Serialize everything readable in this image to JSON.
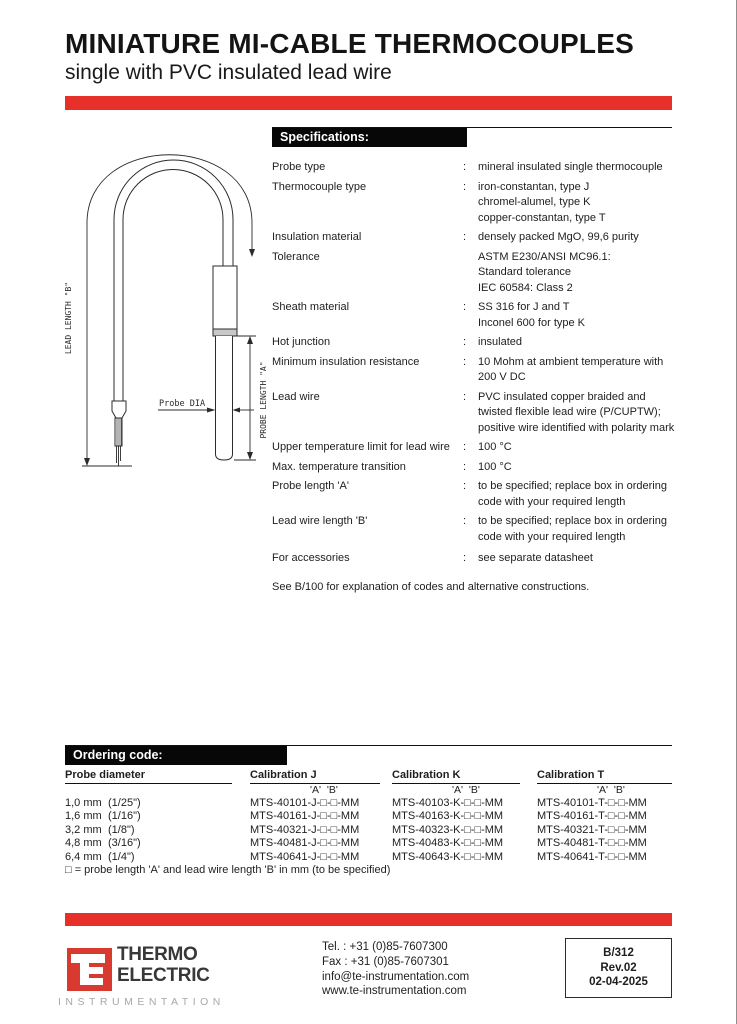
{
  "page": {
    "title": "MINIATURE MI-CABLE THERMOCOUPLES",
    "subtitle": "single with PVC insulated lead wire"
  },
  "colors": {
    "accent_red": "#e8302a",
    "black": "#070707"
  },
  "diagram": {
    "lead_length_label": "LEAD LENGTH \"B\"",
    "probe_length_label": "PROBE LENGTH \"A\"",
    "probe_dia_label": "Probe DIA"
  },
  "specifications": {
    "header": "Specifications:",
    "rows": [
      {
        "label": "Probe type",
        "colon": ":",
        "values": [
          "mineral insulated single thermocouple"
        ]
      },
      {
        "label": "Thermocouple type",
        "colon": ":",
        "values": [
          "iron-constantan, type J",
          "chromel-alumel, type K",
          "copper-constantan, type T"
        ]
      },
      {
        "label": "Insulation material",
        "colon": ":",
        "values": [
          "densely packed MgO, 99,6 purity"
        ]
      },
      {
        "label": "Tolerance",
        "colon": "",
        "values": [
          "ASTM E230/ANSI MC96.1:",
          "Standard tolerance",
          "IEC 60584: Class 2"
        ]
      },
      {
        "label": "Sheath material",
        "colon": ":",
        "values": [
          "SS 316 for J and T",
          "Inconel 600 for type K"
        ]
      },
      {
        "label": "Hot junction",
        "colon": ":",
        "values": [
          "insulated"
        ]
      },
      {
        "label": "Minimum insulation resistance",
        "colon": ":",
        "values": [
          "10 Mohm at ambient temperature with",
          "200 V DC"
        ]
      },
      {
        "label": "Lead wire",
        "colon": ":",
        "values": [
          "PVC insulated copper braided and",
          "twisted flexible lead wire (P/CUPTW);",
          "positive wire identified with polarity mark"
        ]
      },
      {
        "label": "Upper temperature limit for lead wire",
        "colon": ":",
        "values": [
          "100 °C"
        ]
      },
      {
        "label": "Max. temperature transition",
        "colon": ":",
        "values": [
          "100 °C"
        ]
      },
      {
        "label": "Probe length 'A'",
        "colon": ":",
        "values": [
          "to be specified; replace box in ordering",
          "code with your required length"
        ]
      },
      {
        "label": "Lead wire length 'B'",
        "colon": ":",
        "values": [
          "to be specified; replace box in ordering",
          "code with your required length"
        ]
      },
      {
        "label": "For accessories",
        "colon": ":",
        "values": [
          "see separate datasheet"
        ]
      }
    ],
    "note": "See B/100 for explanation of codes and alternative constructions."
  },
  "ordering": {
    "header": "Ordering code:",
    "col_probe": "Probe diameter",
    "col_j": "Calibration J",
    "col_k": "Calibration K",
    "col_t": "Calibration T",
    "ab": "'A'  'B'",
    "rows": [
      {
        "mm": "1,0 mm",
        "inch": "(1/25\")",
        "j": "MTS-40101-J-□-□-MM",
        "k": "MTS-40103-K-□-□-MM",
        "t": "MTS-40101-T-□-□-MM"
      },
      {
        "mm": "1,6 mm",
        "inch": "(1/16\")",
        "j": "MTS-40161-J-□-□-MM",
        "k": "MTS-40163-K-□-□-MM",
        "t": "MTS-40161-T-□-□-MM"
      },
      {
        "mm": "3,2 mm",
        "inch": "(1/8\")",
        "j": "MTS-40321-J-□-□-MM",
        "k": "MTS-40323-K-□-□-MM",
        "t": "MTS-40321-T-□-□-MM"
      },
      {
        "mm": "4,8 mm",
        "inch": "(3/16\")",
        "j": "MTS-40481-J-□-□-MM",
        "k": "MTS-40483-K-□-□-MM",
        "t": "MTS-40481-T-□-□-MM"
      },
      {
        "mm": "6,4 mm",
        "inch": "(1/4\")",
        "j": "MTS-40641-J-□-□-MM",
        "k": "MTS-40643-K-□-□-MM",
        "t": "MTS-40641-T-□-□-MM"
      }
    ],
    "footnote": "□ = probe length 'A' and lead wire length 'B' in mm (to be specified)"
  },
  "footer": {
    "brand_line1": "THERMO",
    "brand_line2": "ELECTRIC",
    "brand_sub": "INSTRUMENTATION",
    "contact": {
      "tel": "Tel. : +31 (0)85-7607300",
      "fax": "Fax : +31 (0)85-7607301",
      "email": "info@te-instrumentation.com",
      "web": "www.te-instrumentation.com"
    },
    "doc": {
      "number": "B/312",
      "revision": "Rev.02",
      "date": "02-04-2025"
    }
  }
}
